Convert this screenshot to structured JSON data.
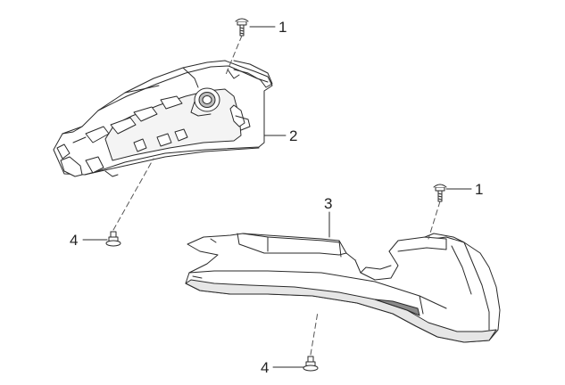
{
  "diagram": {
    "callouts": [
      {
        "id": "callout-1-top",
        "label": "1"
      },
      {
        "id": "callout-2",
        "label": "2"
      },
      {
        "id": "callout-3",
        "label": "3"
      },
      {
        "id": "callout-1-right",
        "label": "1"
      },
      {
        "id": "callout-4-left",
        "label": "4"
      },
      {
        "id": "callout-4-bottom",
        "label": "4"
      }
    ],
    "colors": {
      "line": "#2a2a2a",
      "shade": "#d9d9d9",
      "dark_shade": "#8a8a8a",
      "background": "#ffffff"
    }
  }
}
